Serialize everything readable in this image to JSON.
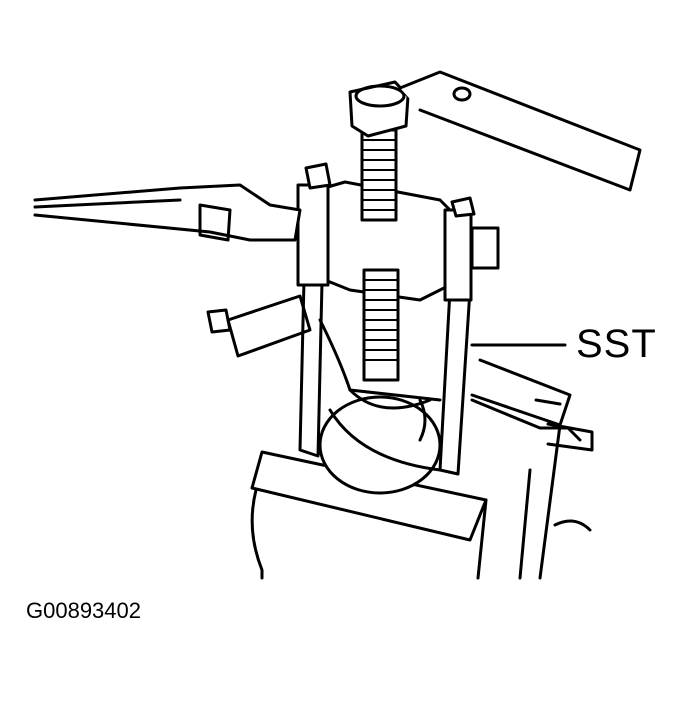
{
  "figure": {
    "type": "technical-illustration",
    "subject": "puller special service tool (SST) pressing component held in bench vise, with wrenches",
    "callouts": [
      {
        "label": "SST",
        "points_to": "puller leg"
      }
    ],
    "figure_id": "G00893402",
    "colors": {
      "line": "#000000",
      "background": "#ffffff"
    }
  }
}
